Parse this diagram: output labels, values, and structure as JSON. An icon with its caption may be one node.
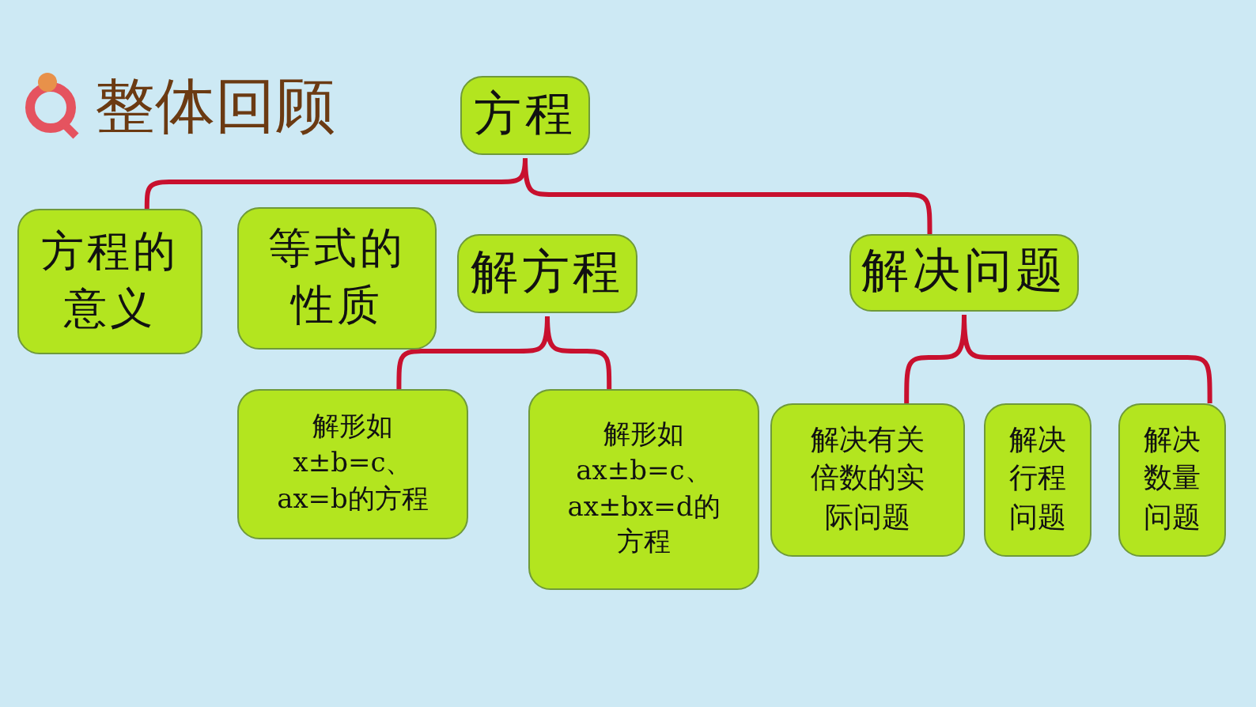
{
  "diagram": {
    "title": "整体回顾",
    "nodes": [
      {
        "text": [
          "方程"
        ]
      },
      {
        "text": [
          "方程的意义"
        ]
      },
      {
        "text": [
          "等式的性质"
        ]
      },
      {
        "text": [
          "解方程"
        ]
      },
      {
        "text": [
          "解决问题"
        ]
      },
      {
        "text": [
          "解形如x±b=c、ax=b的方程"
        ]
      },
      {
        "text": [
          "解形如ax±b=c、ax±bx=d的方程"
        ]
      },
      {
        "text": [
          "解决有关倍数的实际问题"
        ]
      },
      {
        "text": [
          "解决行程问题"
        ]
      },
      {
        "text": [
          "解决数量问题"
        ]
      }
    ],
    "edges": [
      {
        "from": 0,
        "to": 1,
        "arrow": "none",
        "color": "#c8102e"
      },
      {
        "from": 0,
        "to": 4,
        "arrow": "none",
        "color": "#c8102e"
      },
      {
        "from": 3,
        "to": 5,
        "arrow": "none",
        "color": "#c8102e"
      },
      {
        "from": 3,
        "to": 6,
        "arrow": "none",
        "color": "#c8102e"
      },
      {
        "from": 4,
        "to": 7,
        "arrow": "none",
        "color": "#c8102e"
      },
      {
        "from": 4,
        "to": 9,
        "arrow": "none",
        "color": "#c8102e"
      }
    ]
  }
}
